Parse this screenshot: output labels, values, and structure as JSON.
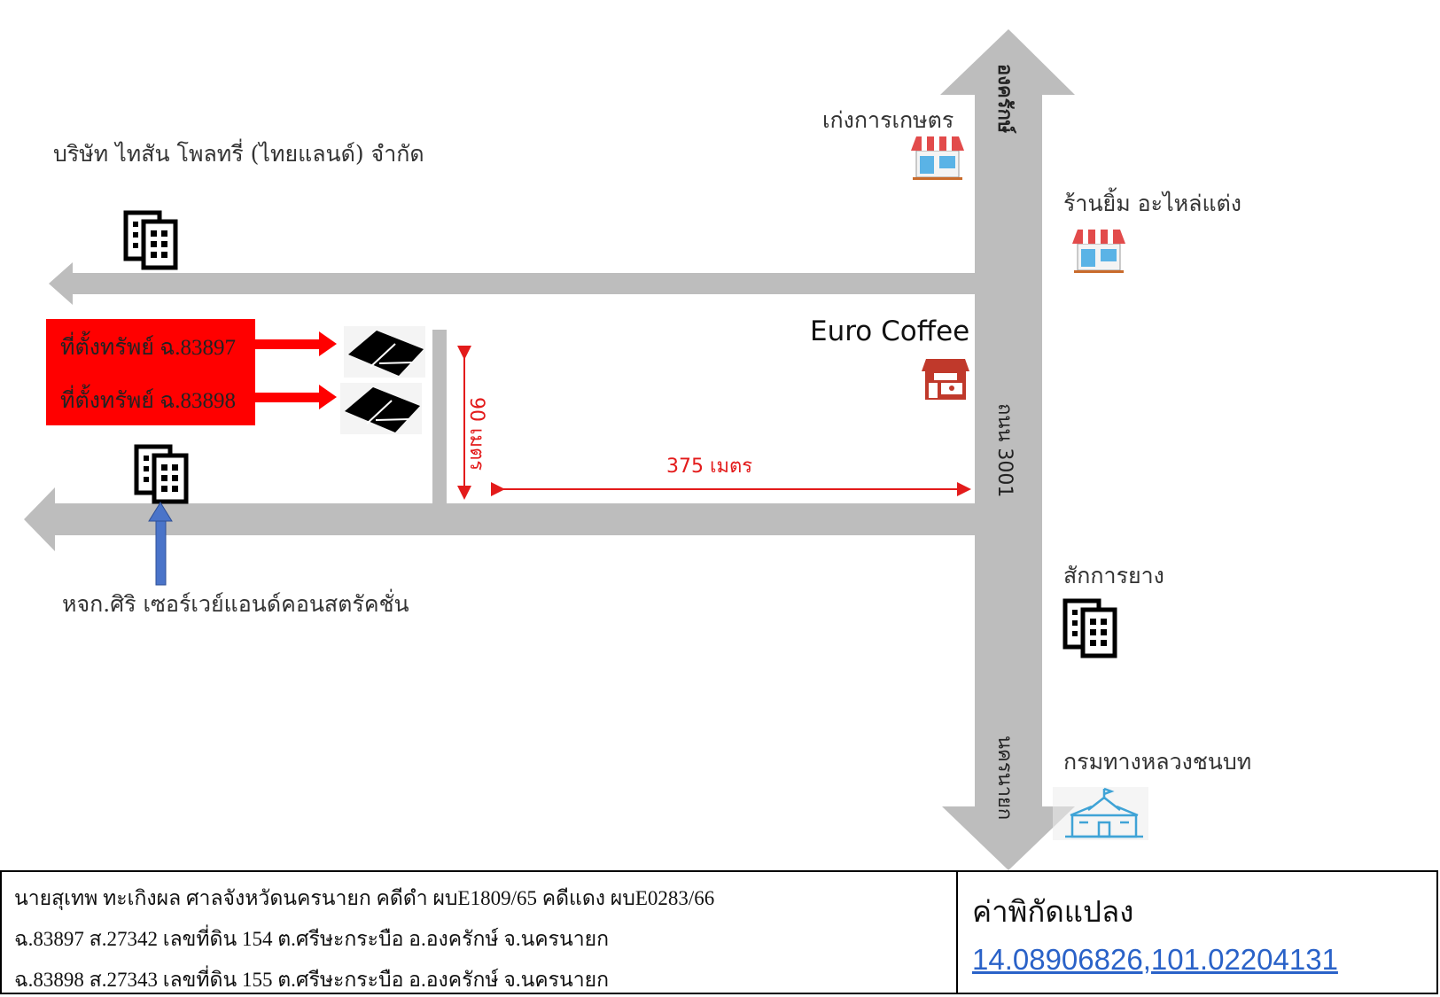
{
  "places": {
    "tyson": "บริษัท ไทสัน โพลทรี่ (ไทยแลนด์) จำกัด",
    "kengkan": "เก่งการเกษตร",
    "ranyim": "ร้านยิ้ม อะไหล่แต่ง",
    "euro_coffee": "Euro Coffee",
    "sakkarn": "สักการยาง",
    "krom": "กรมทางหลวงชนบท",
    "siri": "หจก.ศิริ เซอร์เวย์แอนด์คอนสตรัคชั่น"
  },
  "property_labels": [
    "ที่ตั้งทรัพย์ ฉ.83897",
    "ที่ตั้งทรัพย์ ฉ.83898"
  ],
  "road_labels": {
    "north": "องครักษ์",
    "main": "ถนน 3001",
    "south": "นครนายก"
  },
  "distances": {
    "vertical": "90 เมตร",
    "horizontal": "375 เมตร"
  },
  "footer": {
    "line1": "นายสุเทพ  ทะเกิงผล ศาลจังหวัดนครนายก คดีดำ ผบE1809/65 คดีแดง ผบE0283/66",
    "line2": "ฉ.83897  ส.27342  เลขที่ดิน 154 ต.ศรีษะกระบือ อ.องครักษ์ จ.นครนายก",
    "line3": "ฉ.83898  ส.27343  เลขที่ดิน 155 ต.ศรีษะกระบือ อ.องครักษ์ จ.นครนายก",
    "coord_title": "ค่าพิกัดแปลง",
    "coord_value": "14.08906826,101.02204131"
  },
  "colors": {
    "road": "#bdbdbd",
    "property_box": "#ff0000",
    "distance": "#e31b1b",
    "arrow_blue": "#4a74c9",
    "link": "#2a62c8"
  },
  "icons": {
    "building": "building-icon",
    "shop": "shop-icon",
    "cafe": "cafe-icon",
    "school": "school-icon",
    "land_plot": "land-plot-icon"
  }
}
